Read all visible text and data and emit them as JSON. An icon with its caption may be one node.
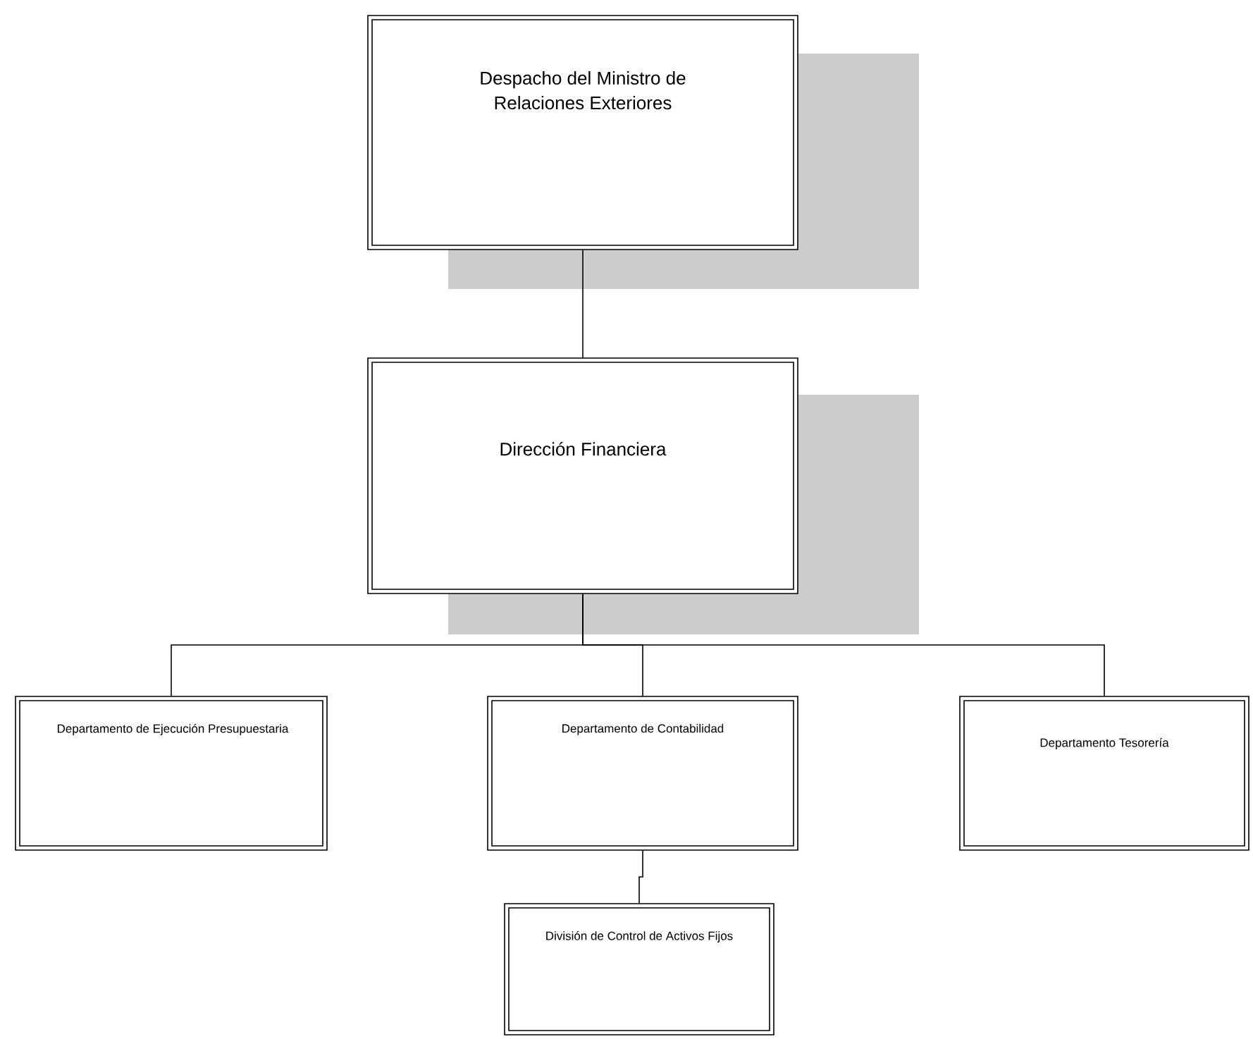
{
  "diagram": {
    "nodes": [
      {
        "text": [
          "Despacho del Ministro de Relaciones Exteriores"
        ]
      },
      {
        "text": [
          "Dirección Financiera"
        ]
      },
      {
        "text": [
          "Departamento de Ejecución Presupuestaria"
        ]
      },
      {
        "text": [
          "Departamento de Contabilidad"
        ]
      },
      {
        "text": [
          "Departamento Tesorería"
        ]
      },
      {
        "text": [
          "División de Control de Activos Fijos"
        ]
      }
    ],
    "edges": [
      {
        "from": 0,
        "to": 1,
        "arrow": "none"
      },
      {
        "from": 1,
        "to": 2,
        "arrow": "none"
      },
      {
        "from": 1,
        "to": 3,
        "arrow": "none"
      },
      {
        "from": 1,
        "to": 4,
        "arrow": "none"
      },
      {
        "from": 3,
        "to": 5,
        "arrow": "none"
      }
    ]
  }
}
